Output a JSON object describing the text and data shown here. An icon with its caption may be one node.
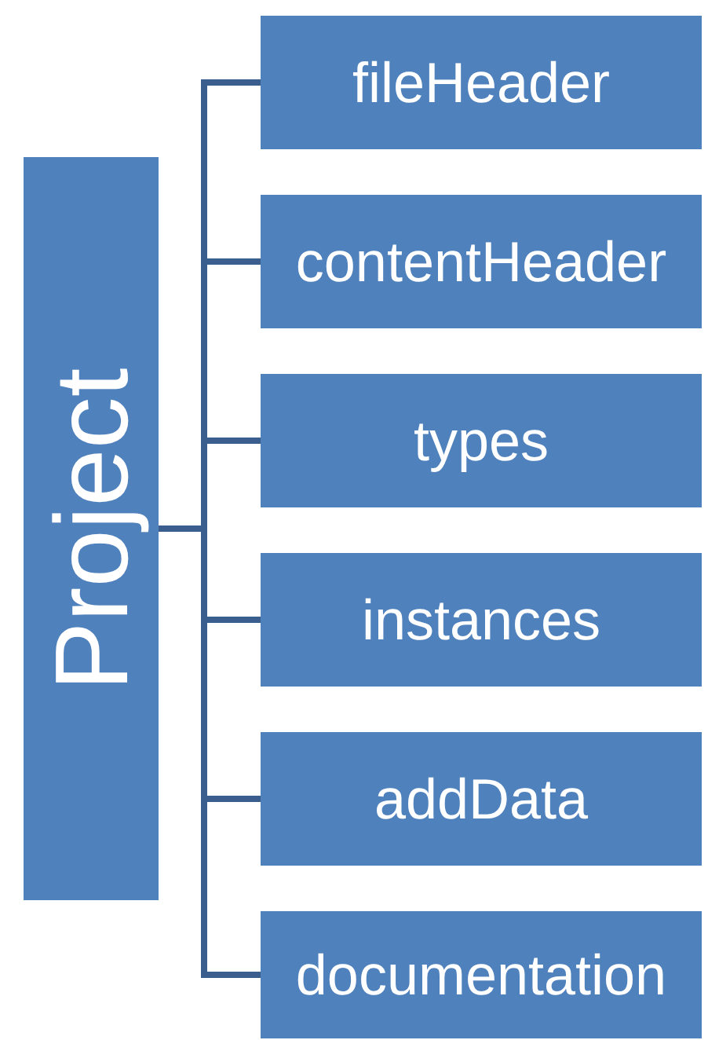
{
  "diagram": {
    "nodes": [
      {
        "text": [
          "Project"
        ]
      },
      {
        "text": [
          "fileHeader"
        ]
      },
      {
        "text": [
          "contentHeader"
        ]
      },
      {
        "text": [
          "types"
        ]
      },
      {
        "text": [
          "instances"
        ]
      },
      {
        "text": [
          "addData"
        ]
      },
      {
        "text": [
          "documentation"
        ]
      }
    ],
    "edges": [
      {
        "from": 0,
        "to": 1,
        "arrow": "none"
      },
      {
        "from": 0,
        "to": 2,
        "arrow": "none"
      },
      {
        "from": 0,
        "to": 3,
        "arrow": "none"
      },
      {
        "from": 0,
        "to": 4,
        "arrow": "none"
      },
      {
        "from": 0,
        "to": 5,
        "arrow": "none"
      },
      {
        "from": 0,
        "to": 6,
        "arrow": "none"
      }
    ]
  }
}
